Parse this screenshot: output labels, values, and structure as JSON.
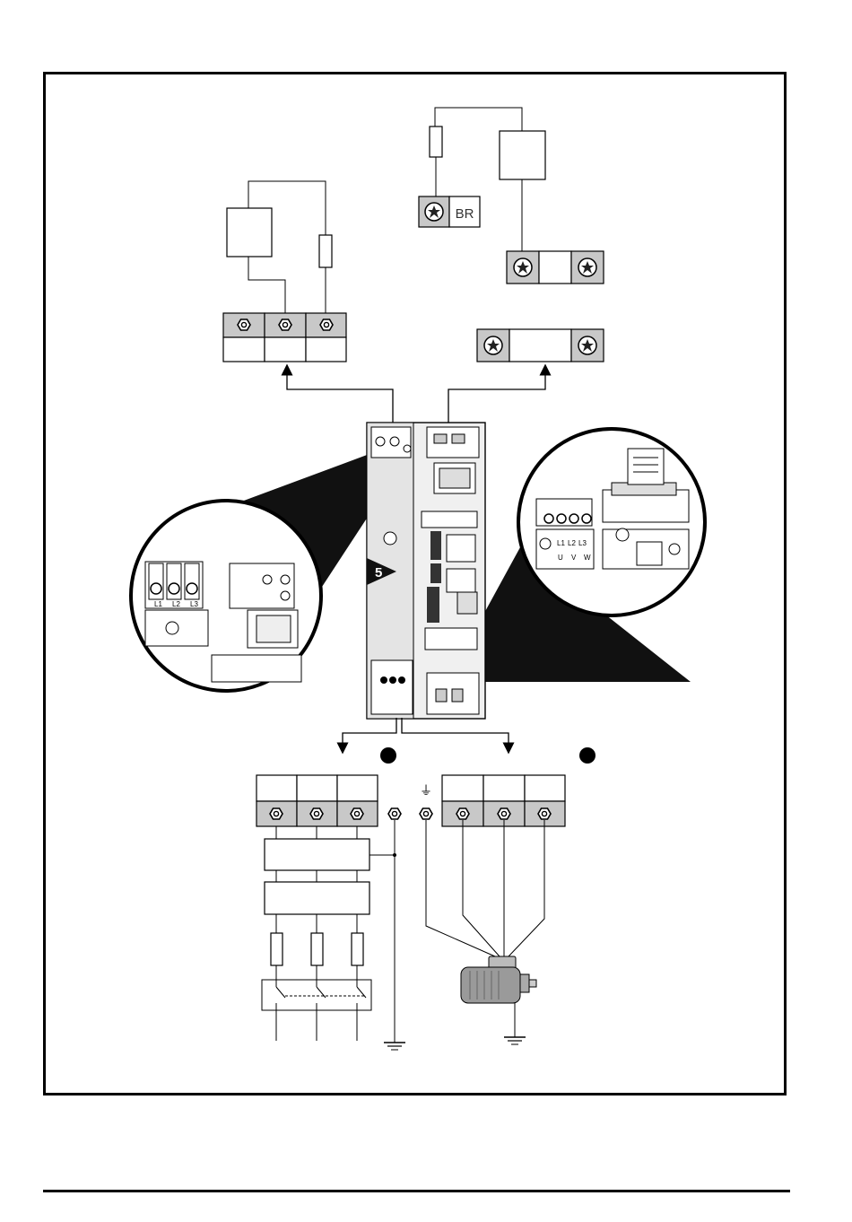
{
  "diagram": {
    "brake_terminal_label": "BR",
    "drive_badge": "5",
    "earth_symbol": "⏚",
    "zoom_left_labels": [
      "L1",
      "L2",
      "L3"
    ],
    "zoom_right_labels": [
      "L1",
      "L2",
      "L3",
      "U",
      "V",
      "W"
    ]
  }
}
